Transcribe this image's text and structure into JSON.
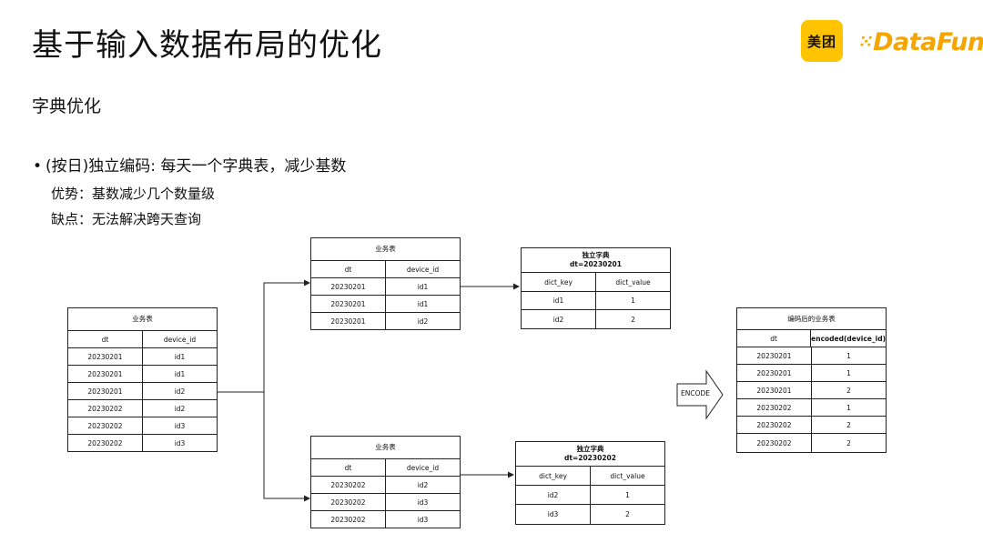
{
  "header": {
    "title": "基于输入数据布局的优化",
    "subtitle": "字典优化",
    "bullet": "(按日)独立编码:  每天一个字典表，减少基数",
    "pros": "优势：基数减少几个数量级",
    "cons": "缺点：无法解决跨天查询"
  },
  "logos": {
    "meituan": "美团",
    "datafun": "DataFun."
  },
  "tables": {
    "source": {
      "caption": "业务表",
      "columns": [
        "dt",
        "device_id"
      ],
      "rows": [
        [
          "20230201",
          "id1"
        ],
        [
          "20230201",
          "id1"
        ],
        [
          "20230201",
          "id2"
        ],
        [
          "20230202",
          "id2"
        ],
        [
          "20230202",
          "id3"
        ],
        [
          "20230202",
          "id3"
        ]
      ]
    },
    "day1": {
      "caption": "业务表",
      "columns": [
        "dt",
        "device_id"
      ],
      "rows": [
        [
          "20230201",
          "id1"
        ],
        [
          "20230201",
          "id1"
        ],
        [
          "20230201",
          "id2"
        ]
      ]
    },
    "day2": {
      "caption": "业务表",
      "columns": [
        "dt",
        "device_id"
      ],
      "rows": [
        [
          "20230202",
          "id2"
        ],
        [
          "20230202",
          "id3"
        ],
        [
          "20230202",
          "id3"
        ]
      ]
    },
    "dict1": {
      "caption_line1": "独立字典",
      "caption_line2": "dt=20230201",
      "columns": [
        "dict_key",
        "dict_value"
      ],
      "rows": [
        [
          "id1",
          "1"
        ],
        [
          "id2",
          "2"
        ]
      ]
    },
    "dict2": {
      "caption_line1": "独立字典",
      "caption_line2": "dt=20230202",
      "columns": [
        "dict_key",
        "dict_value"
      ],
      "rows": [
        [
          "id2",
          "1"
        ],
        [
          "id3",
          "2"
        ]
      ]
    },
    "encoded": {
      "caption": "编码后的业务表",
      "columns": [
        "dt",
        "encoded(device_id)"
      ],
      "rows": [
        [
          "20230201",
          "1"
        ],
        [
          "20230201",
          "1"
        ],
        [
          "20230201",
          "2"
        ],
        [
          "20230202",
          "1"
        ],
        [
          "20230202",
          "2"
        ],
        [
          "20230202",
          "2"
        ]
      ]
    }
  },
  "encode_label": "ENCODE"
}
